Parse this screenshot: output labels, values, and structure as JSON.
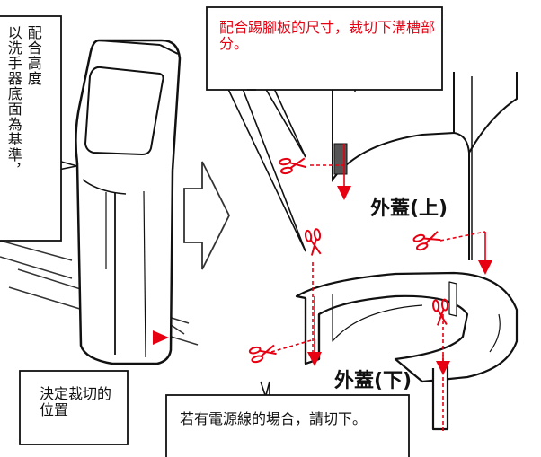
{
  "labels": {
    "vertical_col1": "配合高度",
    "vertical_col2": "以洗手器底面為基準，",
    "top_callout": "配合踢腳板的尺寸，裁切下溝槽部分。",
    "upper_cover": "外蓋(上)",
    "lower_cover": "外蓋(下)",
    "decide_cut": "決定裁切的位置",
    "power_cord": "若有電源線的場合，請切下。"
  },
  "colors": {
    "cut_red": "#e60012",
    "line": "#111111",
    "shade": "#666666"
  },
  "icons": [
    "scissors-icon",
    "arrow-right-icon",
    "triangle-marker-icon"
  ]
}
